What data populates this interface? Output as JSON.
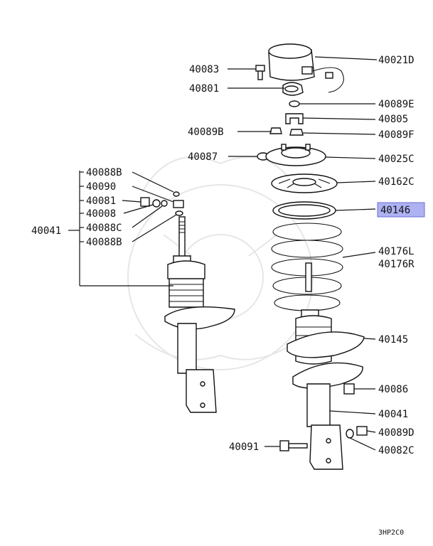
{
  "diagram": {
    "figure_code": "3HP2C0",
    "highlight_color": "#aeb2f2",
    "labels": {
      "p40021D": "40021D",
      "p40083": "40083",
      "p40801": "40801",
      "p40089E": "40089E",
      "p40805": "40805",
      "p40089B": "40089B",
      "p40089F": "40089F",
      "p40087": "40087",
      "p40025C": "40025C",
      "p40162C": "40162C",
      "p40146": "40146",
      "p40176L": "40176L",
      "p40176R": "40176R",
      "p40145": "40145",
      "p40086": "40086",
      "p40041_right": "40041",
      "p40089D": "40089D",
      "p40091": "40091",
      "p40082C": "40082C",
      "p40088B_top": "40088B",
      "p40090": "40090",
      "p40081": "40081",
      "p40008": "40008",
      "p40088C": "40088C",
      "p40088B_bottom": "40088B",
      "p40041_left": "40041"
    }
  }
}
